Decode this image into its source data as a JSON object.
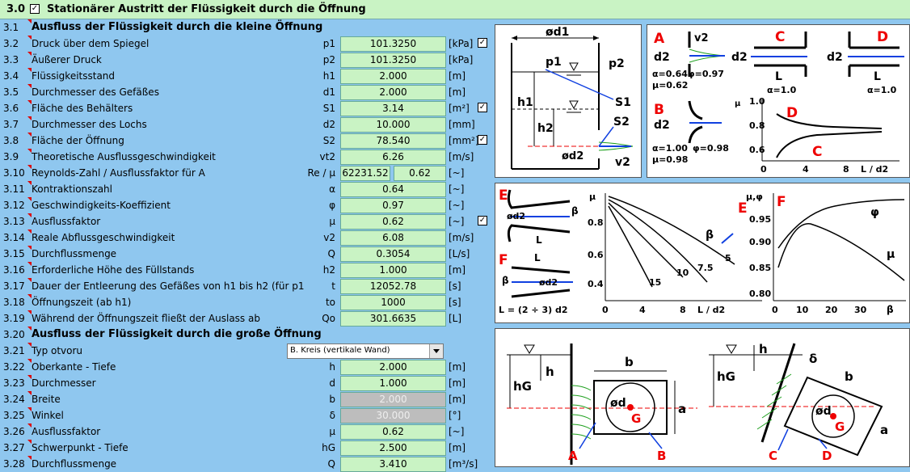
{
  "header": {
    "number": "3.0",
    "checkbox": "☑",
    "title": "Stationärer Austritt der Flüssigkeit durch die Öffnung"
  },
  "rows": [
    {
      "n": "3.1",
      "label": "Ausfluss der Flüssigkeit durch die kleine Öffnung",
      "sym": "",
      "val": "",
      "unit": "",
      "bold": true
    },
    {
      "n": "3.2",
      "label": "Druck über dem Spiegel",
      "sym": "p1",
      "val": "101.3250",
      "unit": "[kPa]",
      "chk": "✓"
    },
    {
      "n": "3.3",
      "label": "Äußerer Druck",
      "sym": "p2",
      "val": "101.3250",
      "unit": "[kPa]"
    },
    {
      "n": "3.4",
      "label": "Flüssigkeitsstand",
      "sym": "h1",
      "val": "2.000",
      "unit": "[m]"
    },
    {
      "n": "3.5",
      "label": "Durchmesser des Gefäßes",
      "sym": "d1",
      "val": "2.000",
      "unit": "[m]"
    },
    {
      "n": "3.6",
      "label": "Fläche des Behälters",
      "sym": "S1",
      "val": "3.14",
      "unit": "[m²]",
      "chk": "✓"
    },
    {
      "n": "3.7",
      "label": "Durchmesser des Lochs",
      "sym": "d2",
      "val": "10.000",
      "unit": "[mm]"
    },
    {
      "n": "3.8",
      "label": "Fläche der Öffnung",
      "sym": "S2",
      "val": "78.540",
      "unit": "[mm²]",
      "chk": "✓"
    },
    {
      "n": "3.9",
      "label": "Theoretische Ausflussgeschwindigkeit",
      "sym": "vt2",
      "val": "6.26",
      "unit": "[m/s]"
    },
    {
      "n": "3.10",
      "label": "Reynolds-Zahl / Ausflussfaktor für A",
      "sym": "Re / μ",
      "val": "62231.52",
      "val2": "0.62",
      "unit": "[~]"
    },
    {
      "n": "3.11",
      "label": "Kontraktionszahl",
      "sym": "α",
      "val": "0.64",
      "unit": "[~]"
    },
    {
      "n": "3.12",
      "label": "Geschwindigkeits-Koeffizient",
      "sym": "φ",
      "val": "0.97",
      "unit": "[~]"
    },
    {
      "n": "3.13",
      "label": "Ausflussfaktor",
      "sym": "μ",
      "val": "0.62",
      "unit": "[~]",
      "chk": "✓"
    },
    {
      "n": "3.14",
      "label": "Reale Abflussgeschwindigkeit",
      "sym": "v2",
      "val": "6.08",
      "unit": "[m/s]"
    },
    {
      "n": "3.15",
      "label": "Durchflussmenge",
      "sym": "Q",
      "val": "0.3054",
      "unit": "[L/s]"
    },
    {
      "n": "3.16",
      "label": "Erforderliche Höhe des Füllstands",
      "sym": "h2",
      "val": "1.000",
      "unit": "[m]"
    },
    {
      "n": "3.17",
      "label": "Dauer der Entleerung des Gefäßes von h1 bis h2 (für p1",
      "sym": "t",
      "val": "12052.78",
      "unit": "[s]"
    },
    {
      "n": "3.18",
      "label": "Öffnungszeit (ab h1)",
      "sym": "to",
      "val": "1000",
      "unit": "[s]"
    },
    {
      "n": "3.19",
      "label": "Während der Öffnungszeit fließt der Auslass ab",
      "sym": "Qo",
      "val": "301.6635",
      "unit": "[L]"
    },
    {
      "n": "3.20",
      "label": "Ausfluss der Flüssigkeit durch die große Öffnung",
      "sym": "",
      "val": "",
      "unit": "",
      "bold": true
    },
    {
      "n": "3.21",
      "label": "Typ otvoru",
      "dropdown": "B. Kreis (vertikale Wand)"
    },
    {
      "n": "3.22",
      "label": "Oberkante - Tiefe",
      "sym": "h",
      "val": "2.000",
      "unit": "[m]"
    },
    {
      "n": "3.23",
      "label": "Durchmesser",
      "sym": "d",
      "val": "1.000",
      "unit": "[m]"
    },
    {
      "n": "3.24",
      "label": "Breite",
      "sym": "b",
      "val": "2.000",
      "unit": "[m]",
      "grey": true
    },
    {
      "n": "3.25",
      "label": "Winkel",
      "sym": "δ",
      "val": "30.000",
      "unit": "[°]",
      "grey": true
    },
    {
      "n": "3.26",
      "label": "Ausflussfaktor",
      "sym": "μ",
      "val": "0.62",
      "unit": "[~]"
    },
    {
      "n": "3.27",
      "label": "Schwerpunkt - Tiefe",
      "sym": "hG",
      "val": "2.500",
      "unit": "[m]"
    },
    {
      "n": "3.28",
      "label": "Durchflussmenge",
      "sym": "Q",
      "val": "3.410",
      "unit": "[m³/s]"
    }
  ],
  "diagram1": {
    "d1": "ød1",
    "p1": "p1",
    "p2": "p2",
    "h1": "h1",
    "h2": "h2",
    "S1": "S1",
    "S2": "S2",
    "d2": "ød2",
    "v2": "v2"
  },
  "diagram2": {
    "A": "A",
    "v2": "v2",
    "d2": "d2",
    "alphaA": "α=0.64",
    "phiA": "φ=0.97",
    "muA": "μ=0.62",
    "C": "C",
    "D": "D",
    "L": "L",
    "alpha1": "α=1.0",
    "B": "B",
    "alphaB": "α=1.00",
    "phiB": "φ=0.98",
    "muB": "μ=0.98",
    "mu": "μ",
    "y10": "1.0",
    "y08": "0.8",
    "y06": "0.6",
    "x0": "0",
    "x4": "4",
    "x8": "8",
    "xl": "L / d2"
  },
  "diagram3": {
    "E": "E",
    "F": "F",
    "d2": "ød2",
    "beta": "β",
    "L": "L",
    "Lformula": "L = (2 ÷ 3) d2",
    "mu": "μ",
    "y08": "0.8",
    "y06": "0.6",
    "y04": "0.4",
    "x0": "0",
    "x4": "4",
    "x8": "8",
    "xl": "L / d2",
    "c5": "5",
    "c75": "7.5",
    "c10": "10",
    "c15": "15",
    "muphi": "μ,φ",
    "y095": "0.95",
    "y090": "0.90",
    "y085": "0.85",
    "y080": "0.80",
    "x10": "10",
    "x20": "20",
    "x30": "30",
    "phi": "φ"
  },
  "diagram4": {
    "h": "h",
    "hG": "hG",
    "b": "b",
    "d": "ød",
    "a": "a",
    "G": "G",
    "A": "A",
    "B": "B",
    "delta": "δ",
    "C": "C",
    "D": "D"
  },
  "colors": {
    "bg": "#8fc7ef",
    "input": "#c9f3c4",
    "red": "#e00000",
    "blue": "#1040e0",
    "green": "#20a020"
  }
}
